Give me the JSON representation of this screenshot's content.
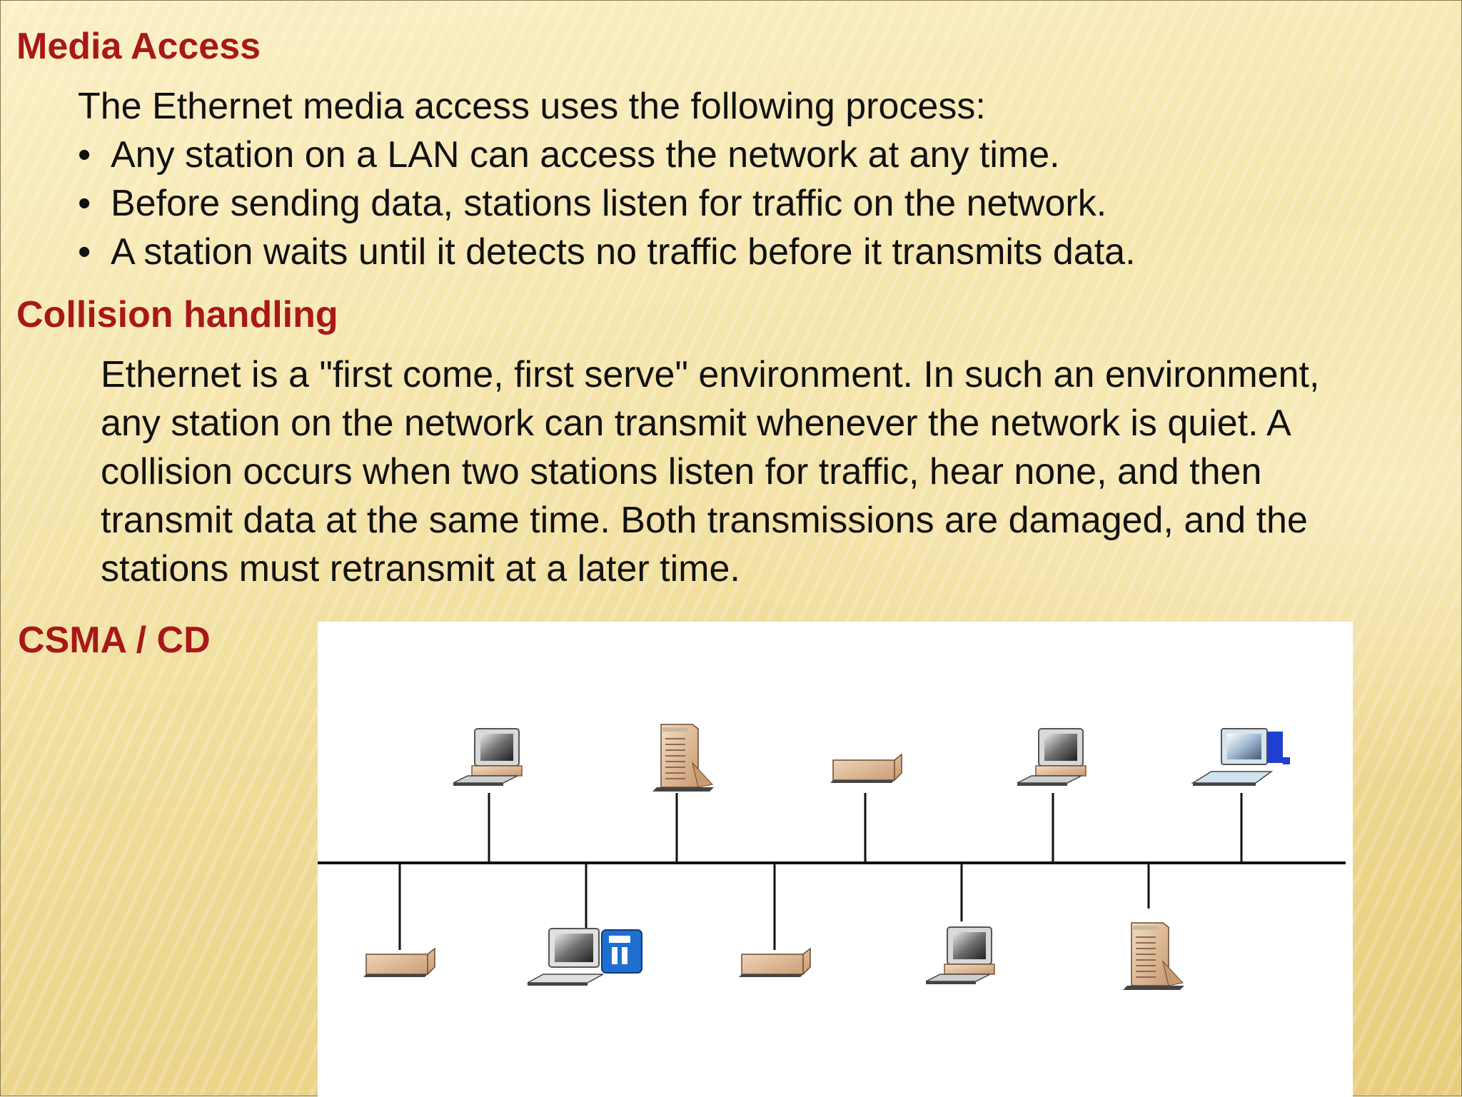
{
  "sections": {
    "media_access": {
      "heading": "Media Access",
      "intro": "The Ethernet media access uses the following process:",
      "bullets": [
        "Any station on a LAN can access the network at any time.",
        "Before sending data, stations listen for traffic on the network.",
        "A station waits until it detects no traffic before it transmits data."
      ]
    },
    "collision_handling": {
      "heading": "Collision handling",
      "paragraph_lines": [
        "Ethernet is a \"first come, first serve\" environment. In such an environment,",
        "any station on the network can transmit whenever the network is quiet. A",
        "collision occurs when two stations listen for traffic, hear none, and then",
        "transmit data at the same time. Both transmissions are damaged, and the",
        "stations must retransmit at a later time."
      ]
    },
    "csma_cd": {
      "heading": "CSMA / CD"
    }
  },
  "diagram": {
    "bus_topology": {
      "top_devices": [
        "desktop-computer",
        "tower-server",
        "network-hub",
        "desktop-computer",
        "laptop-computer"
      ],
      "bottom_devices": [
        "network-hub",
        "workstation-with-printer",
        "network-hub",
        "desktop-computer",
        "tower-server"
      ]
    },
    "colors": {
      "heading": "#a81818",
      "device_beige": "#e8c8a8",
      "peripheral_blue": "#1f6fd0",
      "bus_line": "#111111"
    }
  }
}
